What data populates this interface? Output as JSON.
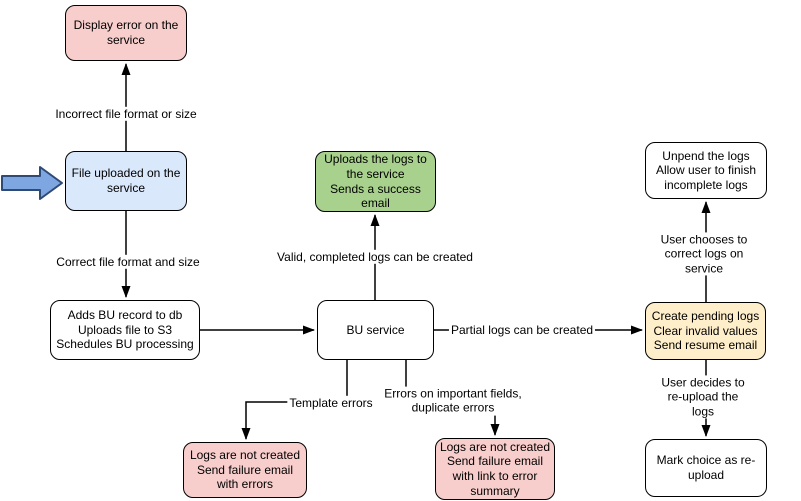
{
  "diagram": {
    "nodes": {
      "display_error": {
        "text": "Display error on the\nservice"
      },
      "file_uploaded": {
        "text": "File uploaded on the\nservice"
      },
      "adds_bu": {
        "text": "Adds BU record to db\nUploads file to S3\nSchedules BU processing"
      },
      "bu_service": {
        "text": "BU service"
      },
      "upload_success": {
        "text": "Uploads the logs to\nthe service\nSends a success\nemail"
      },
      "unpend": {
        "text": "Unpend the logs\nAllow user to finish\nincomplete logs"
      },
      "pending": {
        "text": "Create pending logs\nClear invalid values\nSend resume email"
      },
      "mark_reupload": {
        "text": "Mark choice as re-\nupload"
      },
      "fail_errors": {
        "text": "Logs are not created\nSend failure email\nwith errors"
      },
      "fail_summary": {
        "text": "Logs are not created\nSend failure email\nwith link to error\nsummary"
      }
    },
    "edge_labels": {
      "incorrect": "Incorrect file format or size",
      "correct": "Correct file format and size",
      "valid": "Valid, completed logs can be created",
      "partial": "Partial logs can be created",
      "user_correct": "User chooses to correct logs on service",
      "user_reupload": "User decides to re-upload the logs",
      "template_errors": "Template errors",
      "important_errors": "Errors on important fields,\nduplicate errors"
    },
    "colors": {
      "node-pink": "#f8cecc",
      "node-blue": "#dae8fc",
      "node-green": "#a9d18e",
      "node-yellow": "#ffeeca",
      "node-white": "#ffffff",
      "block-arrow-fill": "#7ea6e0",
      "block-arrow-stroke": "#2e4a76",
      "line-color": "#000000"
    }
  }
}
